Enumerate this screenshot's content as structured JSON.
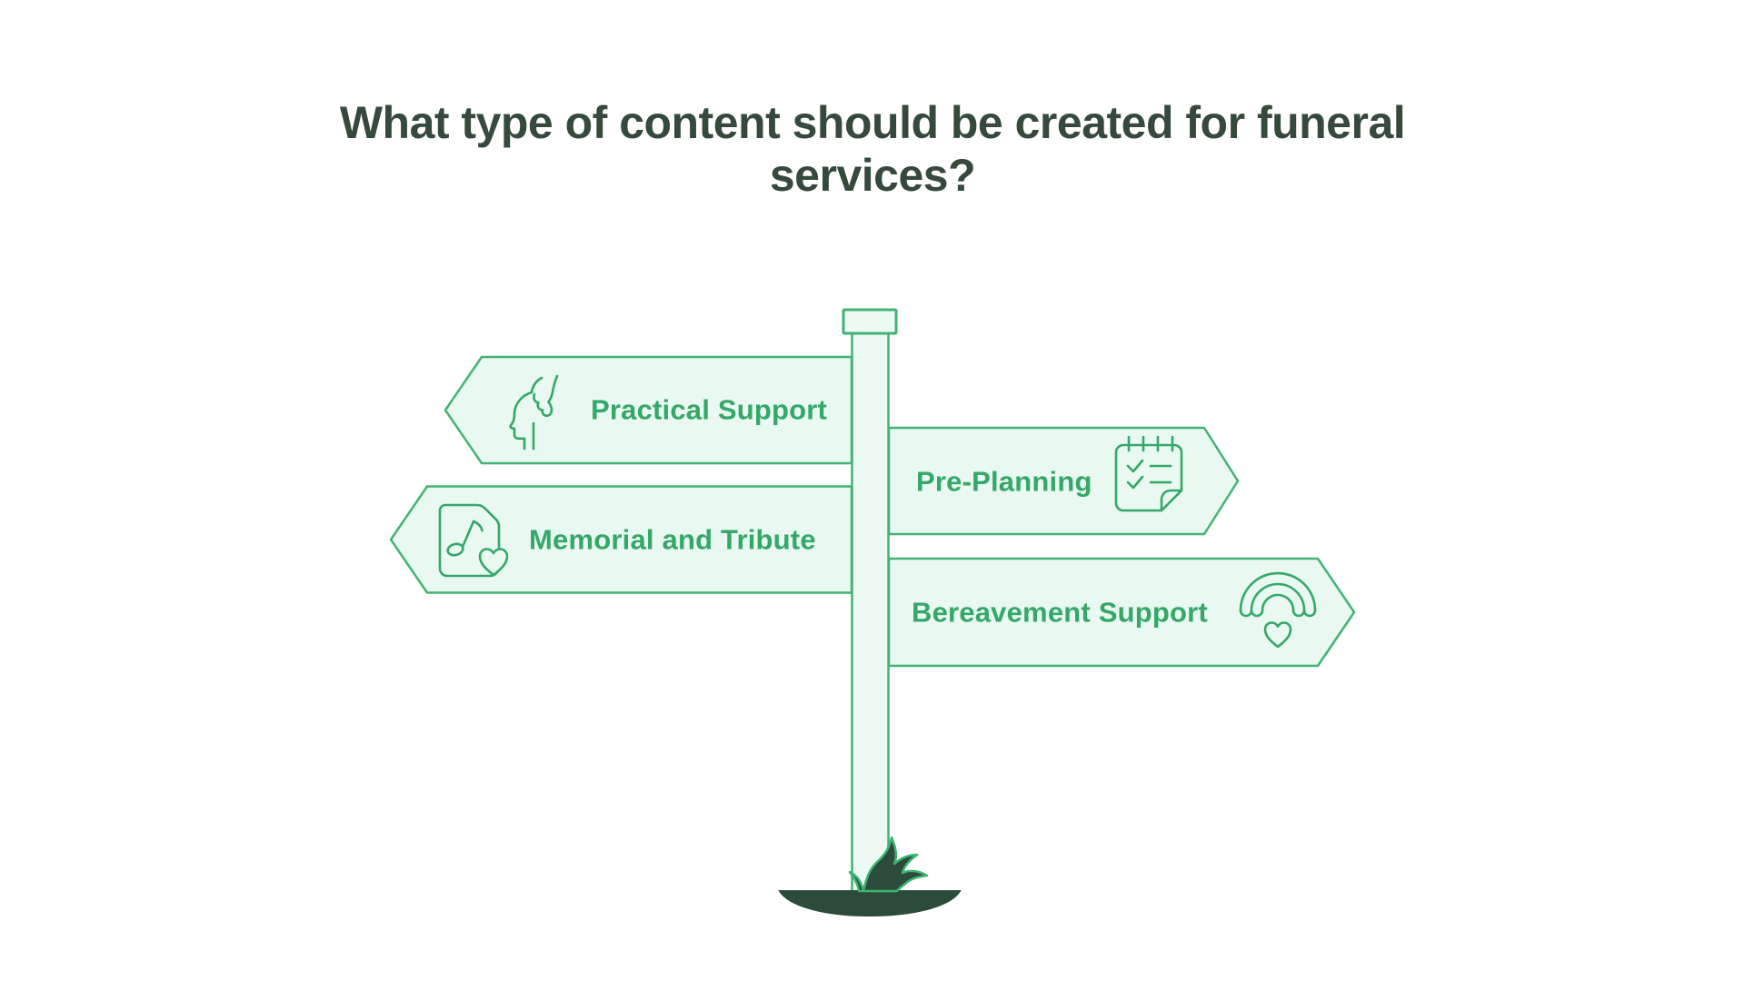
{
  "title": {
    "line1": "What type of content should be created for funeral",
    "line2": "services?"
  },
  "signs": [
    {
      "label": "Practical Support",
      "direction": "left",
      "icon": "supporting-hand-head-icon"
    },
    {
      "label": "Pre-Planning",
      "direction": "right",
      "icon": "checklist-notepad-icon"
    },
    {
      "label": "Memorial and Tribute",
      "direction": "left",
      "icon": "music-document-heart-icon"
    },
    {
      "label": "Bereavement Support",
      "direction": "right",
      "icon": "rainbow-heart-icon"
    }
  ],
  "colors": {
    "background": "#ffffff",
    "title_text": "#35493c",
    "sign_fill": "#e9f8f0",
    "sign_border": "#42b374",
    "label_text": "#34a868",
    "post_fill": "#ecfaf3",
    "ground_dark": "#2d4b3b",
    "grass_outline": "#3cb371"
  }
}
